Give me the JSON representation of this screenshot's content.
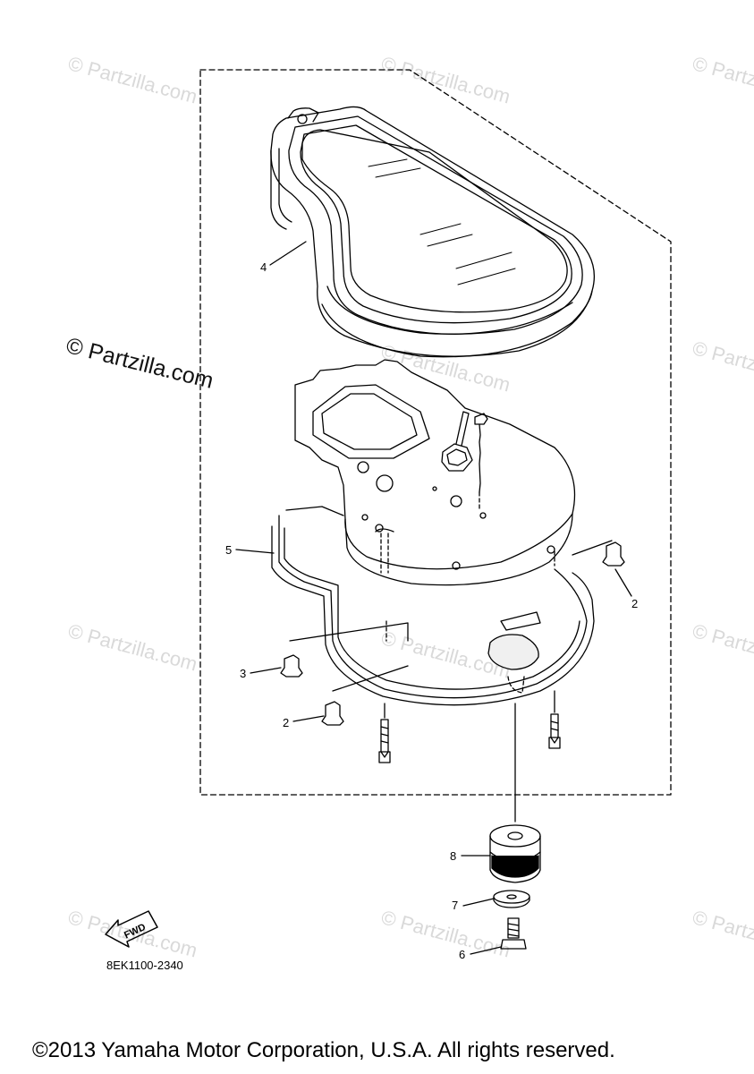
{
  "watermark": {
    "faint": "© Partzilla.com",
    "main": "© Partzilla.com"
  },
  "callouts": [
    {
      "label": "4"
    },
    {
      "label": "5"
    },
    {
      "label": "2"
    },
    {
      "label": "3"
    },
    {
      "label": "2"
    },
    {
      "label": "8"
    },
    {
      "label": "7"
    },
    {
      "label": "6"
    }
  ],
  "fwd_label": "FWD",
  "diagram_code": "8EK1100-2340",
  "footer": "©2013 Yamaha Motor Corporation, U.S.A. All rights reserved.",
  "colors": {
    "line": "#000000",
    "watermark": "#d9d9d9"
  }
}
